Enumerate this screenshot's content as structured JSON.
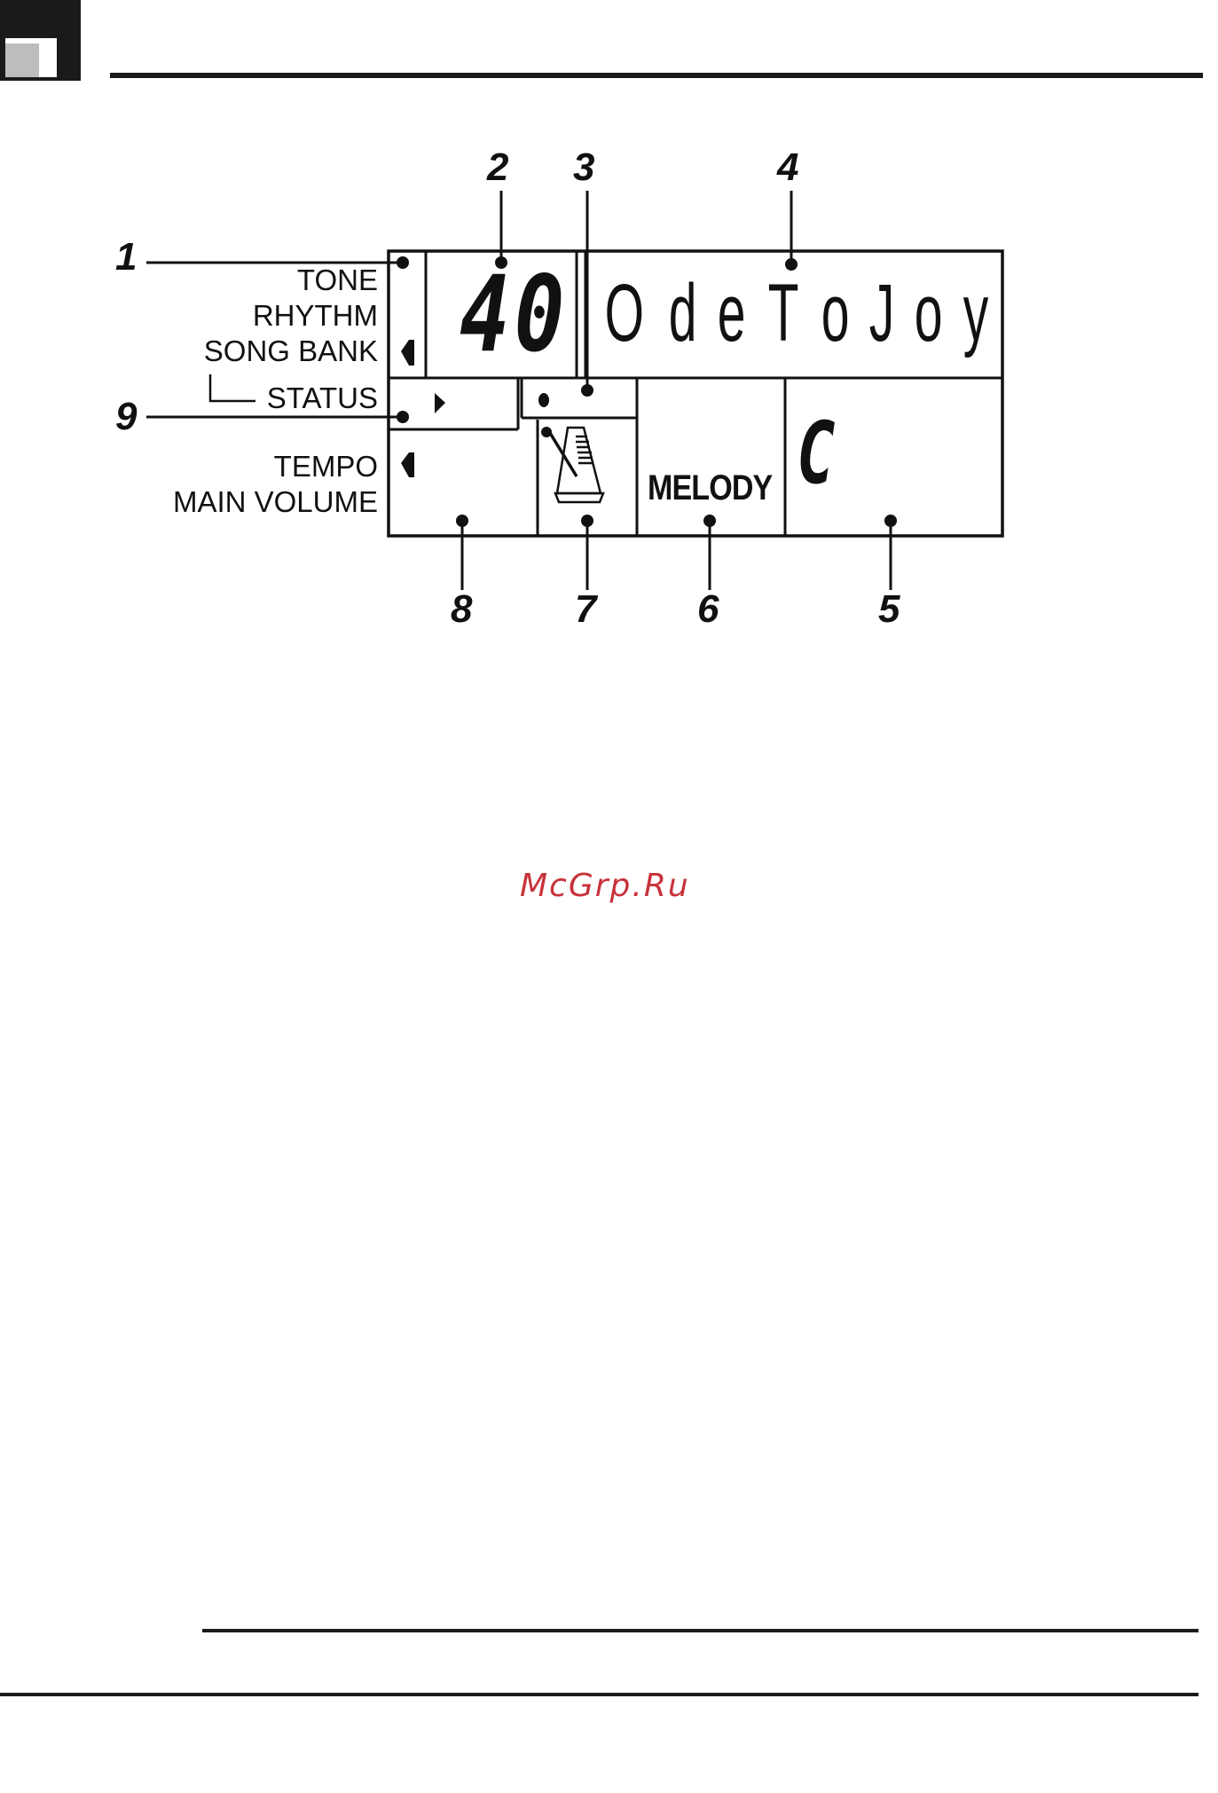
{
  "watermark": "McGrp.Ru",
  "labels": {
    "tone": "TONE",
    "rhythm": "RHYTHM",
    "song_bank": "SONG BANK",
    "status": "STATUS",
    "tempo": "TEMPO",
    "main_volume": "MAIN VOLUME"
  },
  "display": {
    "number": "40",
    "name_chars": [
      "O",
      "d",
      "e",
      "T",
      "o",
      "J",
      "o",
      "y"
    ],
    "melody": "MELODY",
    "chord": "C"
  },
  "callouts": {
    "n1": "1",
    "n2": "2",
    "n3": "3",
    "n4": "4",
    "n5": "5",
    "n6": "6",
    "n7": "7",
    "n8": "8",
    "n9": "9"
  }
}
